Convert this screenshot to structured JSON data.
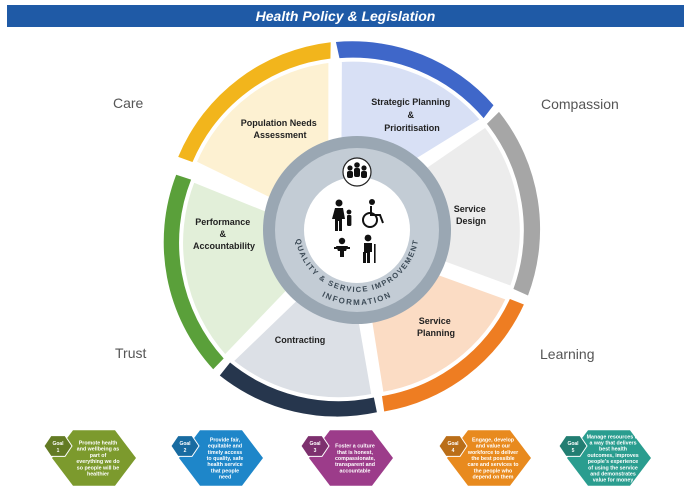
{
  "title": "Health Policy & Legislation",
  "values": {
    "care": "Care",
    "compassion": "Compassion",
    "trust": "Trust",
    "learning": "Learning"
  },
  "segments": {
    "population": [
      "Population Needs",
      "Assessment"
    ],
    "strategic": [
      "Strategic Planning",
      "&",
      "Prioritisation"
    ],
    "service_design": [
      "Service",
      "Design"
    ],
    "service_planning": [
      "Service",
      "Planning"
    ],
    "contracting": [
      "Contracting"
    ],
    "performance": [
      "Performance",
      "&",
      "Accountability"
    ]
  },
  "inner_ring": {
    "quality": "QUALITY & SERVICE IMPROVEMENT",
    "information": "INFORMATION"
  },
  "goals": [
    {
      "label": "Goal",
      "number": "1",
      "color": "#7c9a2d",
      "lines": [
        "Promote health",
        "and wellbeing as",
        "part of",
        "everything we do",
        "so people will be",
        "healthier"
      ]
    },
    {
      "label": "Goal",
      "number": "2",
      "color": "#1e86c9",
      "lines": [
        "Provide fair,",
        "equitable and",
        "timely access",
        "to quality, safe",
        "health service",
        "that people",
        "need"
      ]
    },
    {
      "label": "Goal",
      "number": "3",
      "color": "#9c3c8a",
      "lines": [
        "Foster a culture",
        "that is honest,",
        "compassionate,",
        "transparent and",
        "accountable"
      ]
    },
    {
      "label": "Goal",
      "number": "4",
      "color": "#e88a1e",
      "lines": [
        "Engage, develop",
        "and value our",
        "workforce to deliver",
        "the best possible",
        "care and services to",
        "the people who",
        "depend on them"
      ]
    },
    {
      "label": "Goal",
      "number": "5",
      "color": "#2a9d8f",
      "lines": [
        "Manage resources in",
        "a way that delivers",
        "best health",
        "outcomes, improves",
        "people's experience",
        "of using the service",
        "and demonstrates",
        "value for money"
      ]
    }
  ],
  "colors": {
    "banner": "#1f5aa6",
    "care_arc": "#f2b51c",
    "strategic_arc": "#3f67c9",
    "design_arc": "#a6a6a6",
    "planning_arc": "#ee7d22",
    "contracting_arc": "#26364d",
    "performance_arc": "#5aa03a"
  },
  "icons": [
    "people-group-icon",
    "family-icon",
    "wheelchair-icon",
    "baby-icon",
    "elderly-person-icon"
  ]
}
